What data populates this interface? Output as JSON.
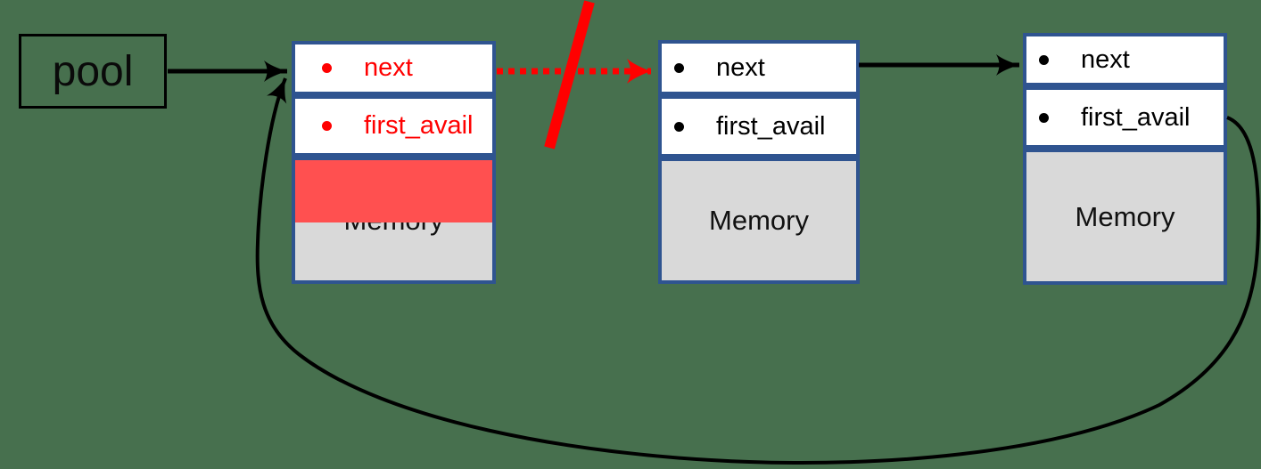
{
  "diagram": {
    "description": "Memory pool free-list diagram: pool pointer to three chained pool nodes; first node's next link is struck out (broken) and last node's first_avail loops back to the first node",
    "pool": {
      "label": "pool"
    },
    "nodes": [
      {
        "id": "node-1",
        "state": "freed-highlighted",
        "fields": [
          {
            "label": "next"
          },
          {
            "label": "first_avail"
          }
        ],
        "memory_label": "Memory",
        "text_color": "#FF0000",
        "highlighted": true
      },
      {
        "id": "node-2",
        "state": "normal",
        "fields": [
          {
            "label": "next"
          },
          {
            "label": "first_avail"
          }
        ],
        "memory_label": "Memory",
        "text_color": "#000000",
        "highlighted": false
      },
      {
        "id": "node-3",
        "state": "normal",
        "fields": [
          {
            "label": "next"
          },
          {
            "label": "first_avail"
          }
        ],
        "memory_label": "Memory",
        "text_color": "#000000",
        "highlighted": false
      }
    ],
    "connectors": [
      {
        "name": "pool-pointer-arrow",
        "from": "pool",
        "to": "node-1",
        "style": "solid-black"
      },
      {
        "name": "broken-next-pointer-arrow",
        "from": "node-1.next",
        "to": "node-2",
        "style": "dashed-red-struck-out"
      },
      {
        "name": "next-pointer-arrow",
        "from": "node-2.next",
        "to": "node-3",
        "style": "solid-black"
      },
      {
        "name": "first-avail-loop-arrow",
        "from": "node-3.first_avail",
        "to": "node-1",
        "style": "solid-black-curved"
      }
    ],
    "icons": {
      "bullet_icon": "filled-circle",
      "strikethrough_slash_icon": "red-diagonal-slash"
    },
    "colors": {
      "background": "#47704E",
      "node_border": "#2F5490",
      "cell_fill": "#FFFFFF",
      "memory_fill": "#D9D9D9",
      "highlight_band": "#FF5050",
      "accent_red": "#FF0000",
      "arrow_black": "#000000"
    }
  }
}
